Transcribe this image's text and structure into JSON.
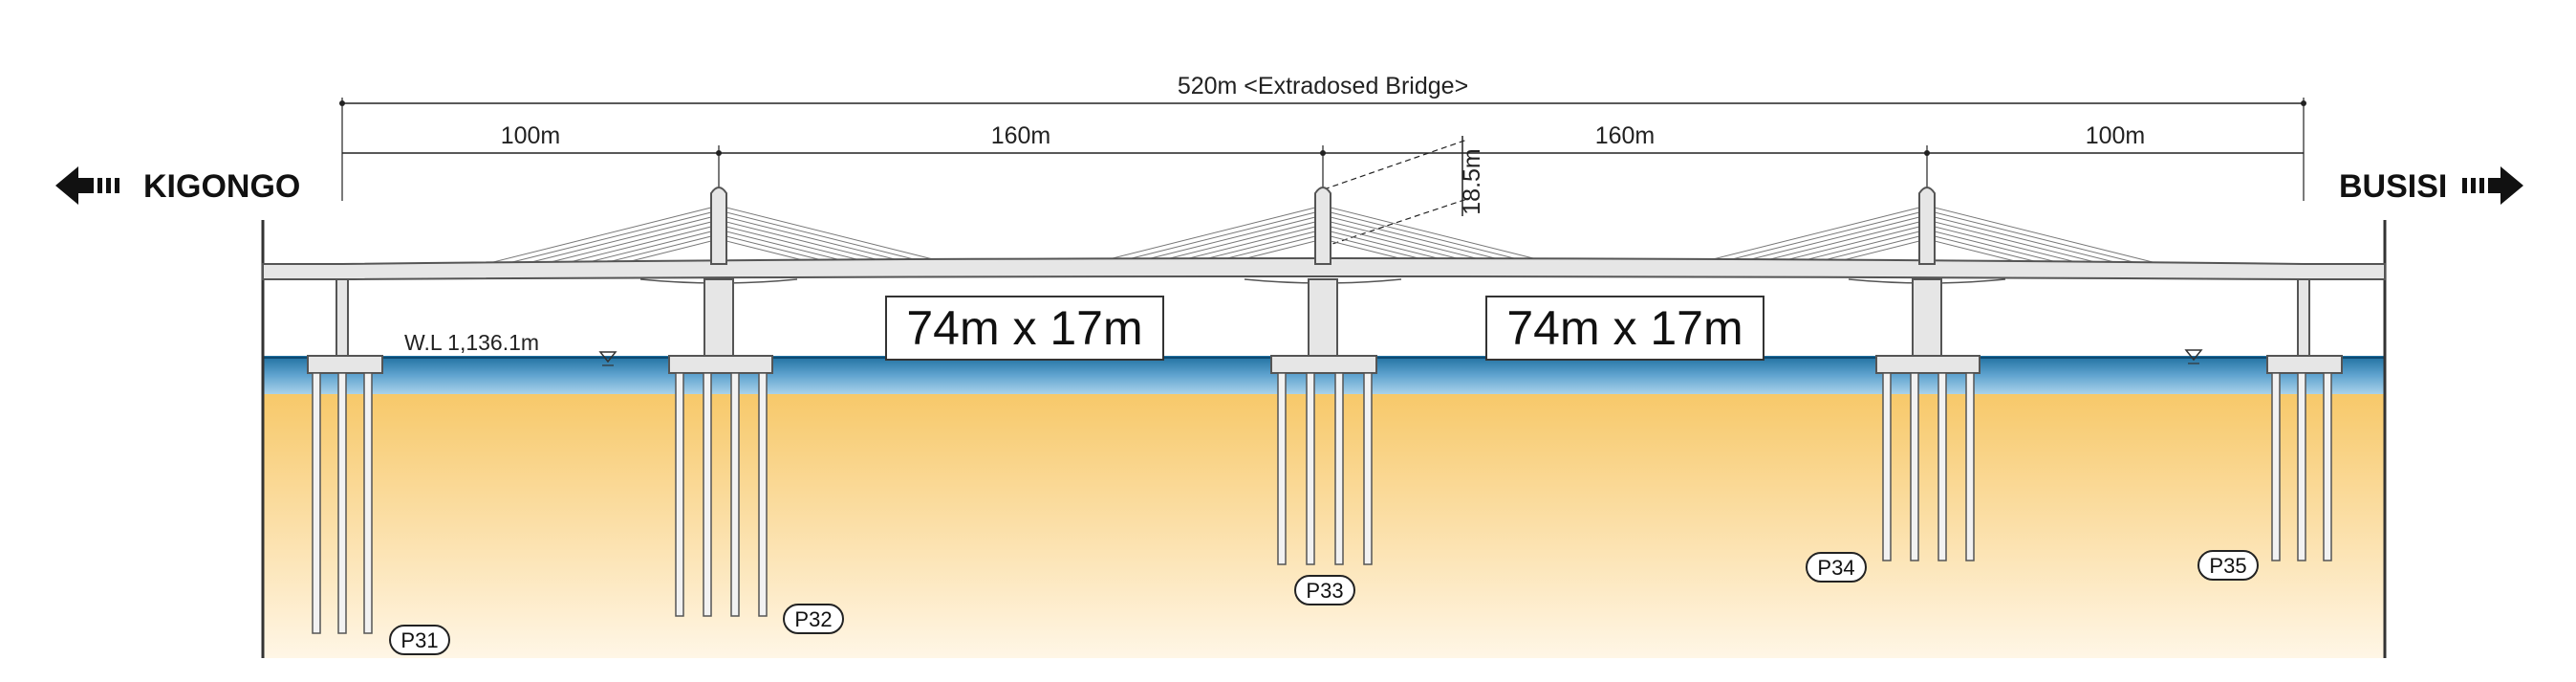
{
  "diagram": {
    "total_length": "520m <Extradosed Bridge>",
    "spans": [
      "100m",
      "160m",
      "160m",
      "100m"
    ],
    "tower_height": "18.5m",
    "direction_left": "KIGONGO",
    "direction_right": "BUSISI",
    "water_level": "W.L 1,136.1m",
    "navigation_boxes": [
      "74m x 17m",
      "74m x 17m"
    ],
    "piers": [
      "P31",
      "P32",
      "P33",
      "P34",
      "P35"
    ],
    "colors": {
      "soil_top": "#f7c868",
      "soil_bottom": "#fff6e6",
      "water_top": "#1e6f9f",
      "water_bottom": "#a9d2ea",
      "structure": "#e6e6e6",
      "outline": "#555555"
    }
  }
}
